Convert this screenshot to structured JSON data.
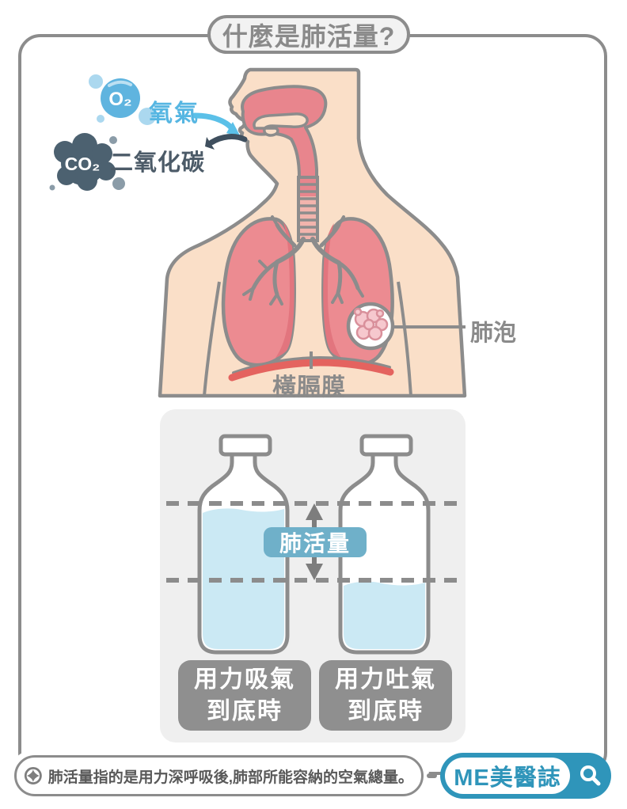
{
  "title": "什麼是肺活量?",
  "anatomy": {
    "oxygen_molecule": "O₂",
    "oxygen_label": "氧氣",
    "co2_molecule": "CO₂",
    "co2_label": "二氧化碳",
    "alveoli_label": "肺泡",
    "diaphragm_label": "橫膈膜"
  },
  "capacity_demo": {
    "capacity_label": "肺活量",
    "inhale_caption": {
      "line1": "用力吸氣",
      "line2": "到底時"
    },
    "exhale_caption": {
      "line1": "用力吐氣",
      "line2": "到底時"
    }
  },
  "footer": {
    "description": "肺活量指的是用力深呼吸後,肺部所能容納的空氣總量。",
    "brand": "ME美醫誌"
  },
  "colors": {
    "outline_gray": "#8C8C8C",
    "skin": "#FADFC8",
    "airway_red": "#E8858D",
    "lung_pink": "#EC8B91",
    "diaphragm_red": "#E4635F",
    "water_blue": "#CBE9F4",
    "oxygen_blue": "#5FB4DF",
    "co2_slate": "#4C6170",
    "capacity_badge_blue": "#6FB0C9",
    "caption_gray": "#8F8F8F",
    "brand_blue": "#2F95BA",
    "panel_gray": "#EFEFEF"
  }
}
